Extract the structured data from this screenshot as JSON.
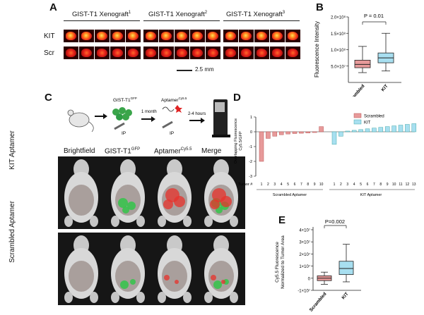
{
  "panelA": {
    "letter": "A",
    "xenografts": [
      "GIST-T1 Xenograft",
      "GIST-T1 Xenograft",
      "GIST-T1 Xenograft"
    ],
    "superscripts": [
      "1",
      "2",
      "3"
    ],
    "rows": [
      "KIT",
      "Scr"
    ],
    "scale": "2.5 mm"
  },
  "panelB": {
    "letter": "B",
    "pvalue": "P = 0.01",
    "ylabel": "Fluorescence Intensity",
    "yticks": [
      "5.0×10⁷",
      "1.0×10⁸",
      "1.5×10⁸",
      "2.0×10⁸"
    ],
    "colors": {
      "scrambled": "#e79a9a",
      "kit": "#a8dff0"
    }
  },
  "panelC": {
    "letter": "C",
    "cells_label": "GIST-T1",
    "cells_sup": "GFP",
    "ip1": "IP",
    "time1": "1 month",
    "aptamer_label": "Aptamer",
    "aptamer_sup": "Cy5.5",
    "ip2": "IP",
    "time2": "2-4 hours",
    "columns": [
      "Brightfield",
      "GIST-T1",
      "Aptamer",
      "Merge"
    ],
    "col_sup": [
      "",
      "GFP",
      "Cy5.5",
      ""
    ],
    "rows": [
      "KIT Aptamer",
      "Scrambled Aptamer"
    ]
  },
  "panelD": {
    "letter": "D",
    "ylabel1": "Overlapping Fluorescence",
    "ylabel2": "Cy5.5/GFP",
    "yticks": [
      "1",
      "0",
      "-1",
      "-2",
      "-3"
    ],
    "tumor_label": "Tumor #",
    "group_scrambled": "Scrambled Aptamer",
    "group_kit": "KIT Aptamer",
    "legend": [
      "Scrambled",
      "KIT"
    ]
  },
  "panelE": {
    "letter": "E",
    "pvalue": "P=0.002",
    "ylabel1": "Cy5.5 Fluorescence",
    "ylabel2": "Normalized to Tumor Area",
    "yticks": [
      "4×10⁷",
      "3×10⁷",
      "2×10⁷",
      "1×10⁷",
      "0",
      "-1×10⁷"
    ]
  },
  "chart_data": [
    {
      "type": "box",
      "panel": "B",
      "categories": [
        "Scrambled",
        "KIT"
      ],
      "series": [
        {
          "name": "Scrambled",
          "min": 30000000,
          "q1": 45000000,
          "median": 55000000,
          "q3": 68000000,
          "max": 110000000
        },
        {
          "name": "KIT",
          "min": 35000000,
          "q1": 60000000,
          "median": 75000000,
          "q3": 90000000,
          "max": 150000000
        }
      ],
      "ylabel": "Fluorescence Intensity",
      "ylim": [
        0,
        200000000
      ]
    },
    {
      "type": "bar",
      "panel": "D",
      "legend": [
        "Scrambled",
        "KIT"
      ],
      "scrambled": {
        "x": [
          "1",
          "2",
          "3",
          "4",
          "5",
          "6",
          "7",
          "8",
          "9",
          "10"
        ],
        "values": [
          -2.0,
          -0.45,
          -0.3,
          -0.2,
          -0.15,
          -0.12,
          -0.1,
          -0.08,
          -0.05,
          0.35
        ]
      },
      "kit": {
        "x": [
          "1",
          "2",
          "3",
          "4",
          "5",
          "6",
          "7",
          "8",
          "9",
          "10",
          "11",
          "12",
          "13"
        ],
        "values": [
          -0.85,
          -0.3,
          0.05,
          0.1,
          0.15,
          0.2,
          0.25,
          0.3,
          0.35,
          0.4,
          0.45,
          0.5,
          0.55
        ]
      },
      "ylabel": "Overlapping Fluorescence Cy5.5/GFP",
      "ylim": [
        -3,
        1
      ]
    },
    {
      "type": "box",
      "panel": "E",
      "categories": [
        "Scrambled",
        "KIT"
      ],
      "series": [
        {
          "name": "Scrambled",
          "min": -5000000,
          "q1": -2000000,
          "median": 0,
          "q3": 2000000,
          "max": 5000000
        },
        {
          "name": "KIT",
          "min": -3000000,
          "q1": 3000000,
          "median": 8000000,
          "q3": 14000000,
          "max": 28000000
        }
      ],
      "ylabel": "Cy5.5 Fluorescence Normalized to Tumor Area",
      "ylim": [
        -10000000,
        40000000
      ]
    }
  ]
}
